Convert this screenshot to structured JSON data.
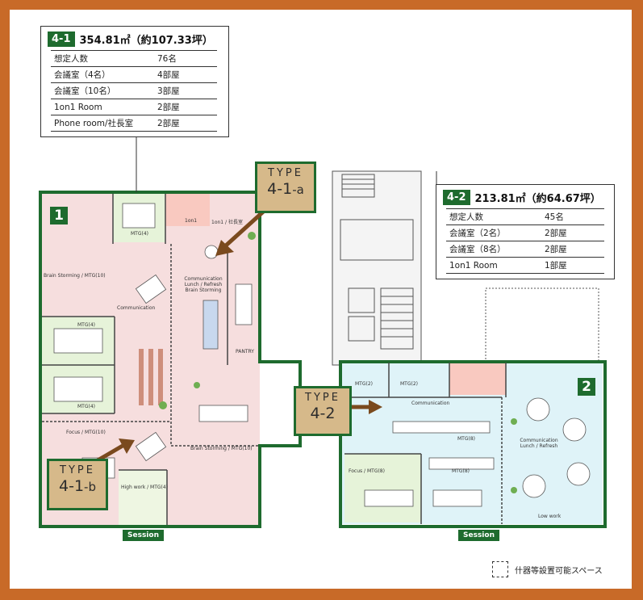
{
  "info_4_1": {
    "tag": "4-1",
    "area": "354.81㎡（約107.33坪）",
    "rows": [
      {
        "label": "想定人数",
        "value": "76名"
      },
      {
        "label": "会議室（4名）",
        "value": "4部屋"
      },
      {
        "label": "会議室（10名）",
        "value": "3部屋"
      },
      {
        "label": "1on1 Room",
        "value": "2部屋"
      },
      {
        "label": "Phone room/社長室",
        "value": "2部屋"
      }
    ]
  },
  "info_4_2": {
    "tag": "4-2",
    "area": "213.81㎡（約64.67坪）",
    "rows": [
      {
        "label": "想定人数",
        "value": "45名"
      },
      {
        "label": "会議室（2名）",
        "value": "2部屋"
      },
      {
        "label": "会議室（8名）",
        "value": "2部屋"
      },
      {
        "label": "1on1 Room",
        "value": "1部屋"
      }
    ]
  },
  "types": {
    "a": {
      "word": "TYPE",
      "main": "4-1",
      "suffix": "-a"
    },
    "b": {
      "word": "TYPE",
      "main": "4-1",
      "suffix": "-b"
    },
    "c": {
      "word": "TYPE",
      "main": "4-2",
      "suffix": ""
    }
  },
  "area_numbers": {
    "left": "1",
    "right": "2"
  },
  "session_labels": {
    "left": "Session",
    "right": "Session"
  },
  "legend": "什器等設置可能スペース",
  "room_labels": {
    "brain_storming_mtg10_left": "Brain Storming / MTG(10)",
    "communication_left": "Communication",
    "mtg4_a": "MTG(4)",
    "mtg4_b": "MTG(4)",
    "mtg4_top": "MTG(4)",
    "one_on_one": "1on1",
    "one_on_one_ceo": "1on1 / 社長室",
    "comm_lunch_refresh_left": "Communication Lunch / Refresh Brain Storming",
    "pantry": "PANTRY",
    "focus_mtg10": "Focus / MTG(10)",
    "brain_storming_mtg10_bottom": "Brain Storming / MTG(10)",
    "high_work_mtg4": "High work / MTG(4)",
    "communication_right": "Communication",
    "mtg2_a": "MTG(2)",
    "mtg2_b": "MTG(2)",
    "mtg8_top": "MTG(8)",
    "focus_mtg8": "Focus / MTG(8)",
    "mtg8_bottom": "MTG(8)",
    "comm_lunch_refresh_right": "Communication Lunch / Refresh",
    "low_work": "Low work"
  },
  "colors": {
    "frame": "#c86a28",
    "accent_green": "#1e6b2e",
    "type_box": "#d6b98a",
    "zone_pink": "#f6dede",
    "zone_blue": "#dff3f8",
    "zone_green": "#e6f3d9",
    "arrow": "#7a4a1e"
  }
}
